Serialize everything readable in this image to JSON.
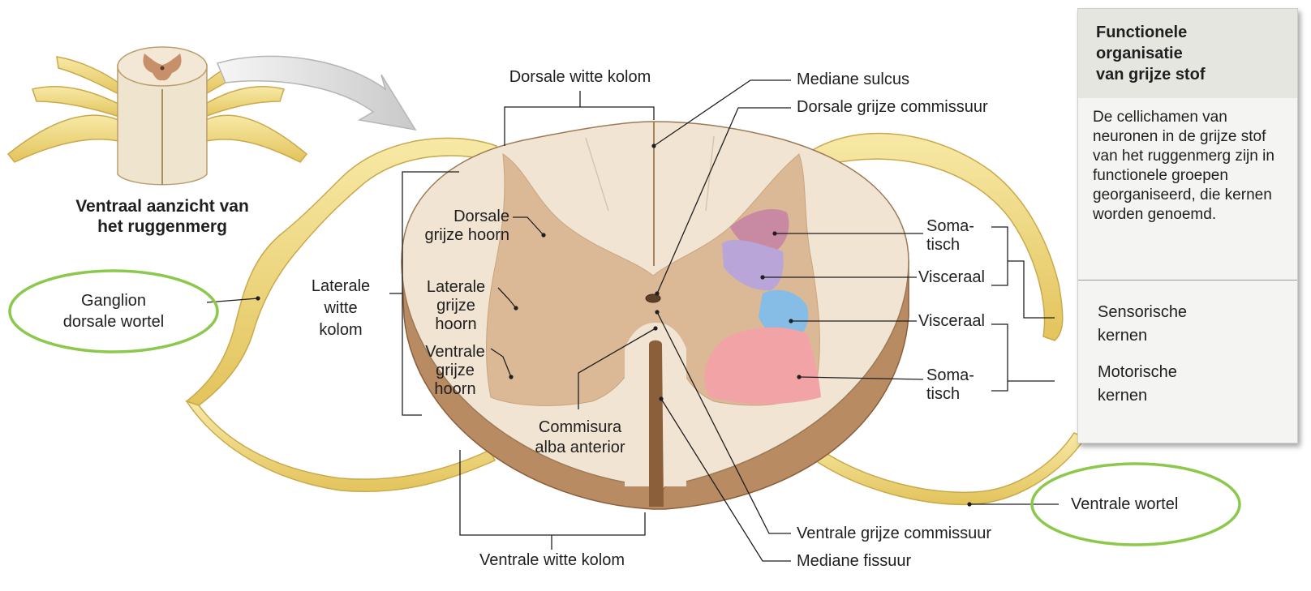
{
  "caption": {
    "line1": "Ventraal aanzicht van",
    "line2": "het ruggenmerg"
  },
  "labels": {
    "dorsale_witte_kolom": "Dorsale witte kolom",
    "mediane_sulcus": "Mediane sulcus",
    "dorsale_grijze_commissuur": "Dorsale grijze commissuur",
    "dorsale_grijze_hoorn": {
      "line1": "Dorsale",
      "line2": "grijze hoorn"
    },
    "laterale_witte_kolom": {
      "line1": "Laterale",
      "line2": "witte",
      "line3": "kolom"
    },
    "laterale_grijze_hoorn": {
      "line1": "Laterale",
      "line2": "grijze",
      "line3": "hoorn"
    },
    "ventrale_grijze_hoorn": {
      "line1": "Ventrale",
      "line2": "grijze",
      "line3": "hoorn"
    },
    "commisura": {
      "line1": "Commisura",
      "line2": "alba anterior"
    },
    "ganglion": {
      "line1": "Ganglion",
      "line2": "dorsale wortel"
    },
    "soma_upper": {
      "line1": "Soma-",
      "line2": "tisch"
    },
    "visceraal_upper": "Visceraal",
    "visceraal_lower": "Visceraal",
    "soma_lower": {
      "line1": "Soma-",
      "line2": "tisch"
    },
    "ventrale_grijze_commissuur": "Ventrale grijze commissuur",
    "mediane_fissuur": "Mediane fissuur",
    "ventrale_witte_kolom": "Ventrale witte kolom",
    "ventrale_wortel": "Ventrale wortel"
  },
  "panel": {
    "title": {
      "line1": "Functionele",
      "line2": "organisatie",
      "line3": "van grijze stof"
    },
    "body": "De cellichamen van neuronen in de grijze stof van het ruggenmerg zijn in functionele groepen georganiseerd, die kernen worden genoemd.",
    "sensorische": {
      "line1": "Sensorische",
      "line2": "kernen"
    },
    "motorische": {
      "line1": "Motorische",
      "line2": "kernen"
    }
  },
  "colors": {
    "white_matter": "#f1e4d2",
    "gray_matter": "#dcb996",
    "cord_edge": "#a87a52",
    "nerve": "#f0d97a",
    "somatic_sensory": "#c889a2",
    "visceral_sensory": "#b9a5d8",
    "visceral_motor": "#86bde6",
    "somatic_motor": "#f2a3a6",
    "highlight_ring": "#8cc84b"
  }
}
